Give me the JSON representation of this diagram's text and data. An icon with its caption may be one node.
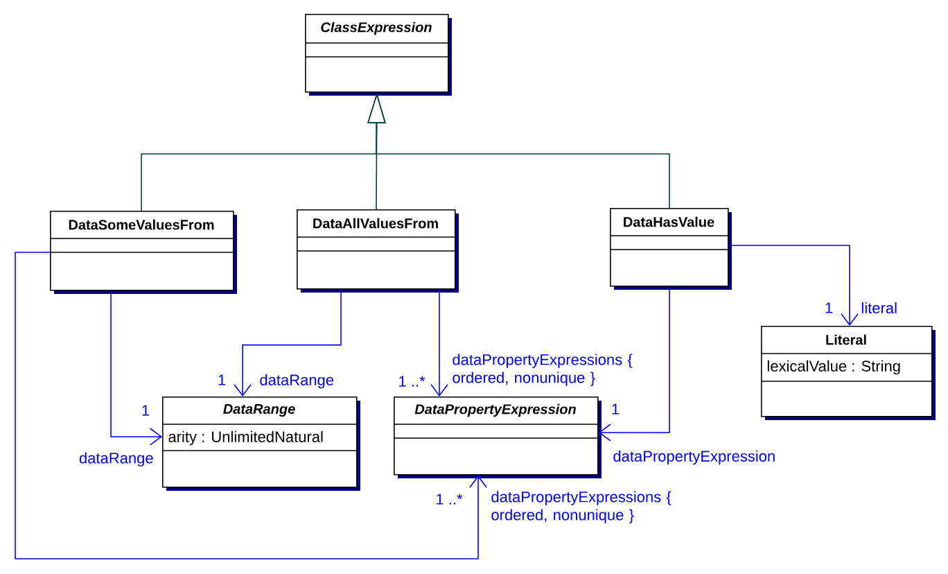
{
  "diagram": {
    "nodes": [
      {
        "text": [
          "ClassExpression"
        ]
      },
      {
        "text": [
          "DataSomeValuesFrom"
        ]
      },
      {
        "text": [
          "DataAllValuesFrom"
        ]
      },
      {
        "text": [
          "DataHasValue"
        ]
      },
      {
        "text": [
          "Literal",
          "lexicalValue : String"
        ]
      },
      {
        "text": [
          "DataRange",
          "arity : UnlimitedNatural"
        ]
      },
      {
        "text": [
          "DataPropertyExpression"
        ]
      }
    ],
    "edges": [
      {
        "from": 1,
        "to": 0,
        "arrow": "to",
        "color": "#004040"
      },
      {
        "from": 2,
        "to": 0,
        "arrow": "to",
        "color": "#004040"
      },
      {
        "from": 3,
        "to": 0,
        "arrow": "to",
        "color": "#004040"
      },
      {
        "from": 1,
        "to": 5,
        "arrow": "to",
        "label": "dataRange"
      },
      {
        "from": 2,
        "to": 5,
        "arrow": "to",
        "label": "dataRange"
      },
      {
        "from": 2,
        "to": 6,
        "arrow": "to",
        "label": "dataPropertyExpressions { ordered, nonunique }"
      },
      {
        "from": 3,
        "to": 6,
        "arrow": "to",
        "label": "dataPropertyExpression"
      },
      {
        "from": 3,
        "to": 4,
        "arrow": "to",
        "label": "literal"
      },
      {
        "from": 1,
        "to": 6,
        "arrow": "to",
        "label": "dataPropertyExpressions { ordered, nonunique }"
      }
    ],
    "labels": [
      "1",
      "1",
      "1 ..*",
      "1",
      "1",
      "1 ..*"
    ]
  }
}
